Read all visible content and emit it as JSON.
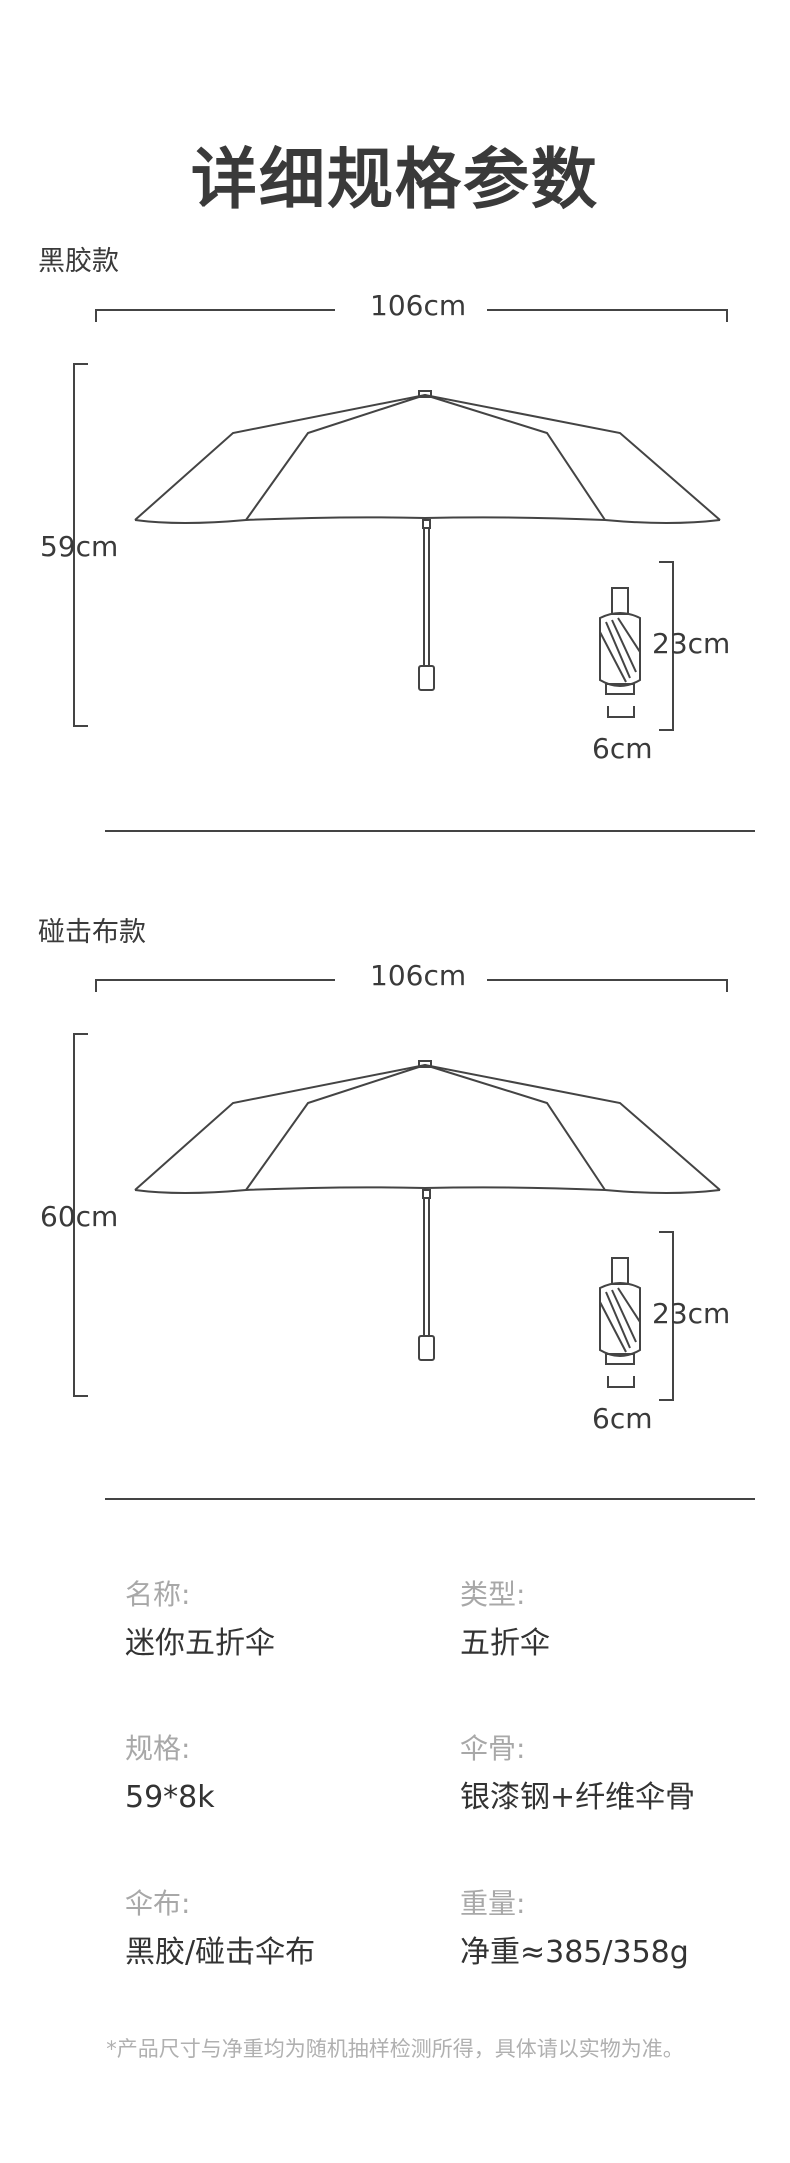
{
  "title": "详细规格参数",
  "sections": [
    {
      "label": "黑胶款",
      "width": "106cm",
      "height": "59cm",
      "folded_length": "23cm",
      "folded_width": "6cm"
    },
    {
      "label": "碰击布款",
      "width": "106cm",
      "height": "60cm",
      "folded_length": "23cm",
      "folded_width": "6cm"
    }
  ],
  "specs": [
    {
      "label": "名称:",
      "value": "迷你五折伞"
    },
    {
      "label": "类型:",
      "value": "五折伞"
    },
    {
      "label": "规格:",
      "value": "59*8k"
    },
    {
      "label": "伞骨:",
      "value": "银漆钢+纤维伞骨"
    },
    {
      "label": "伞布:",
      "value": "黑胶/碰击伞布"
    },
    {
      "label": "重量:",
      "value": "净重≈385/358g"
    }
  ],
  "footnote": "*产品尺寸与净重均为随机抽样检测所得，具体请以实物为准。",
  "colors": {
    "line": "#444444",
    "label": "#a8a8a8",
    "text": "#333333"
  }
}
